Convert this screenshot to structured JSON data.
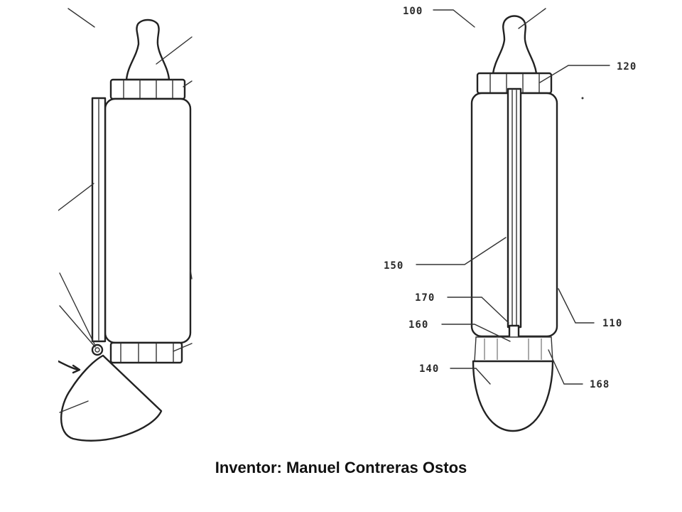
{
  "caption": "Inventor: Manuel Contreras Ostos",
  "reference_labels": {
    "assembly": "100",
    "cap_ring": "120",
    "rod": "150",
    "tube": "170",
    "valve": "160",
    "bottle": "110",
    "bottom_cap": "140",
    "bottom_ring": "168"
  }
}
